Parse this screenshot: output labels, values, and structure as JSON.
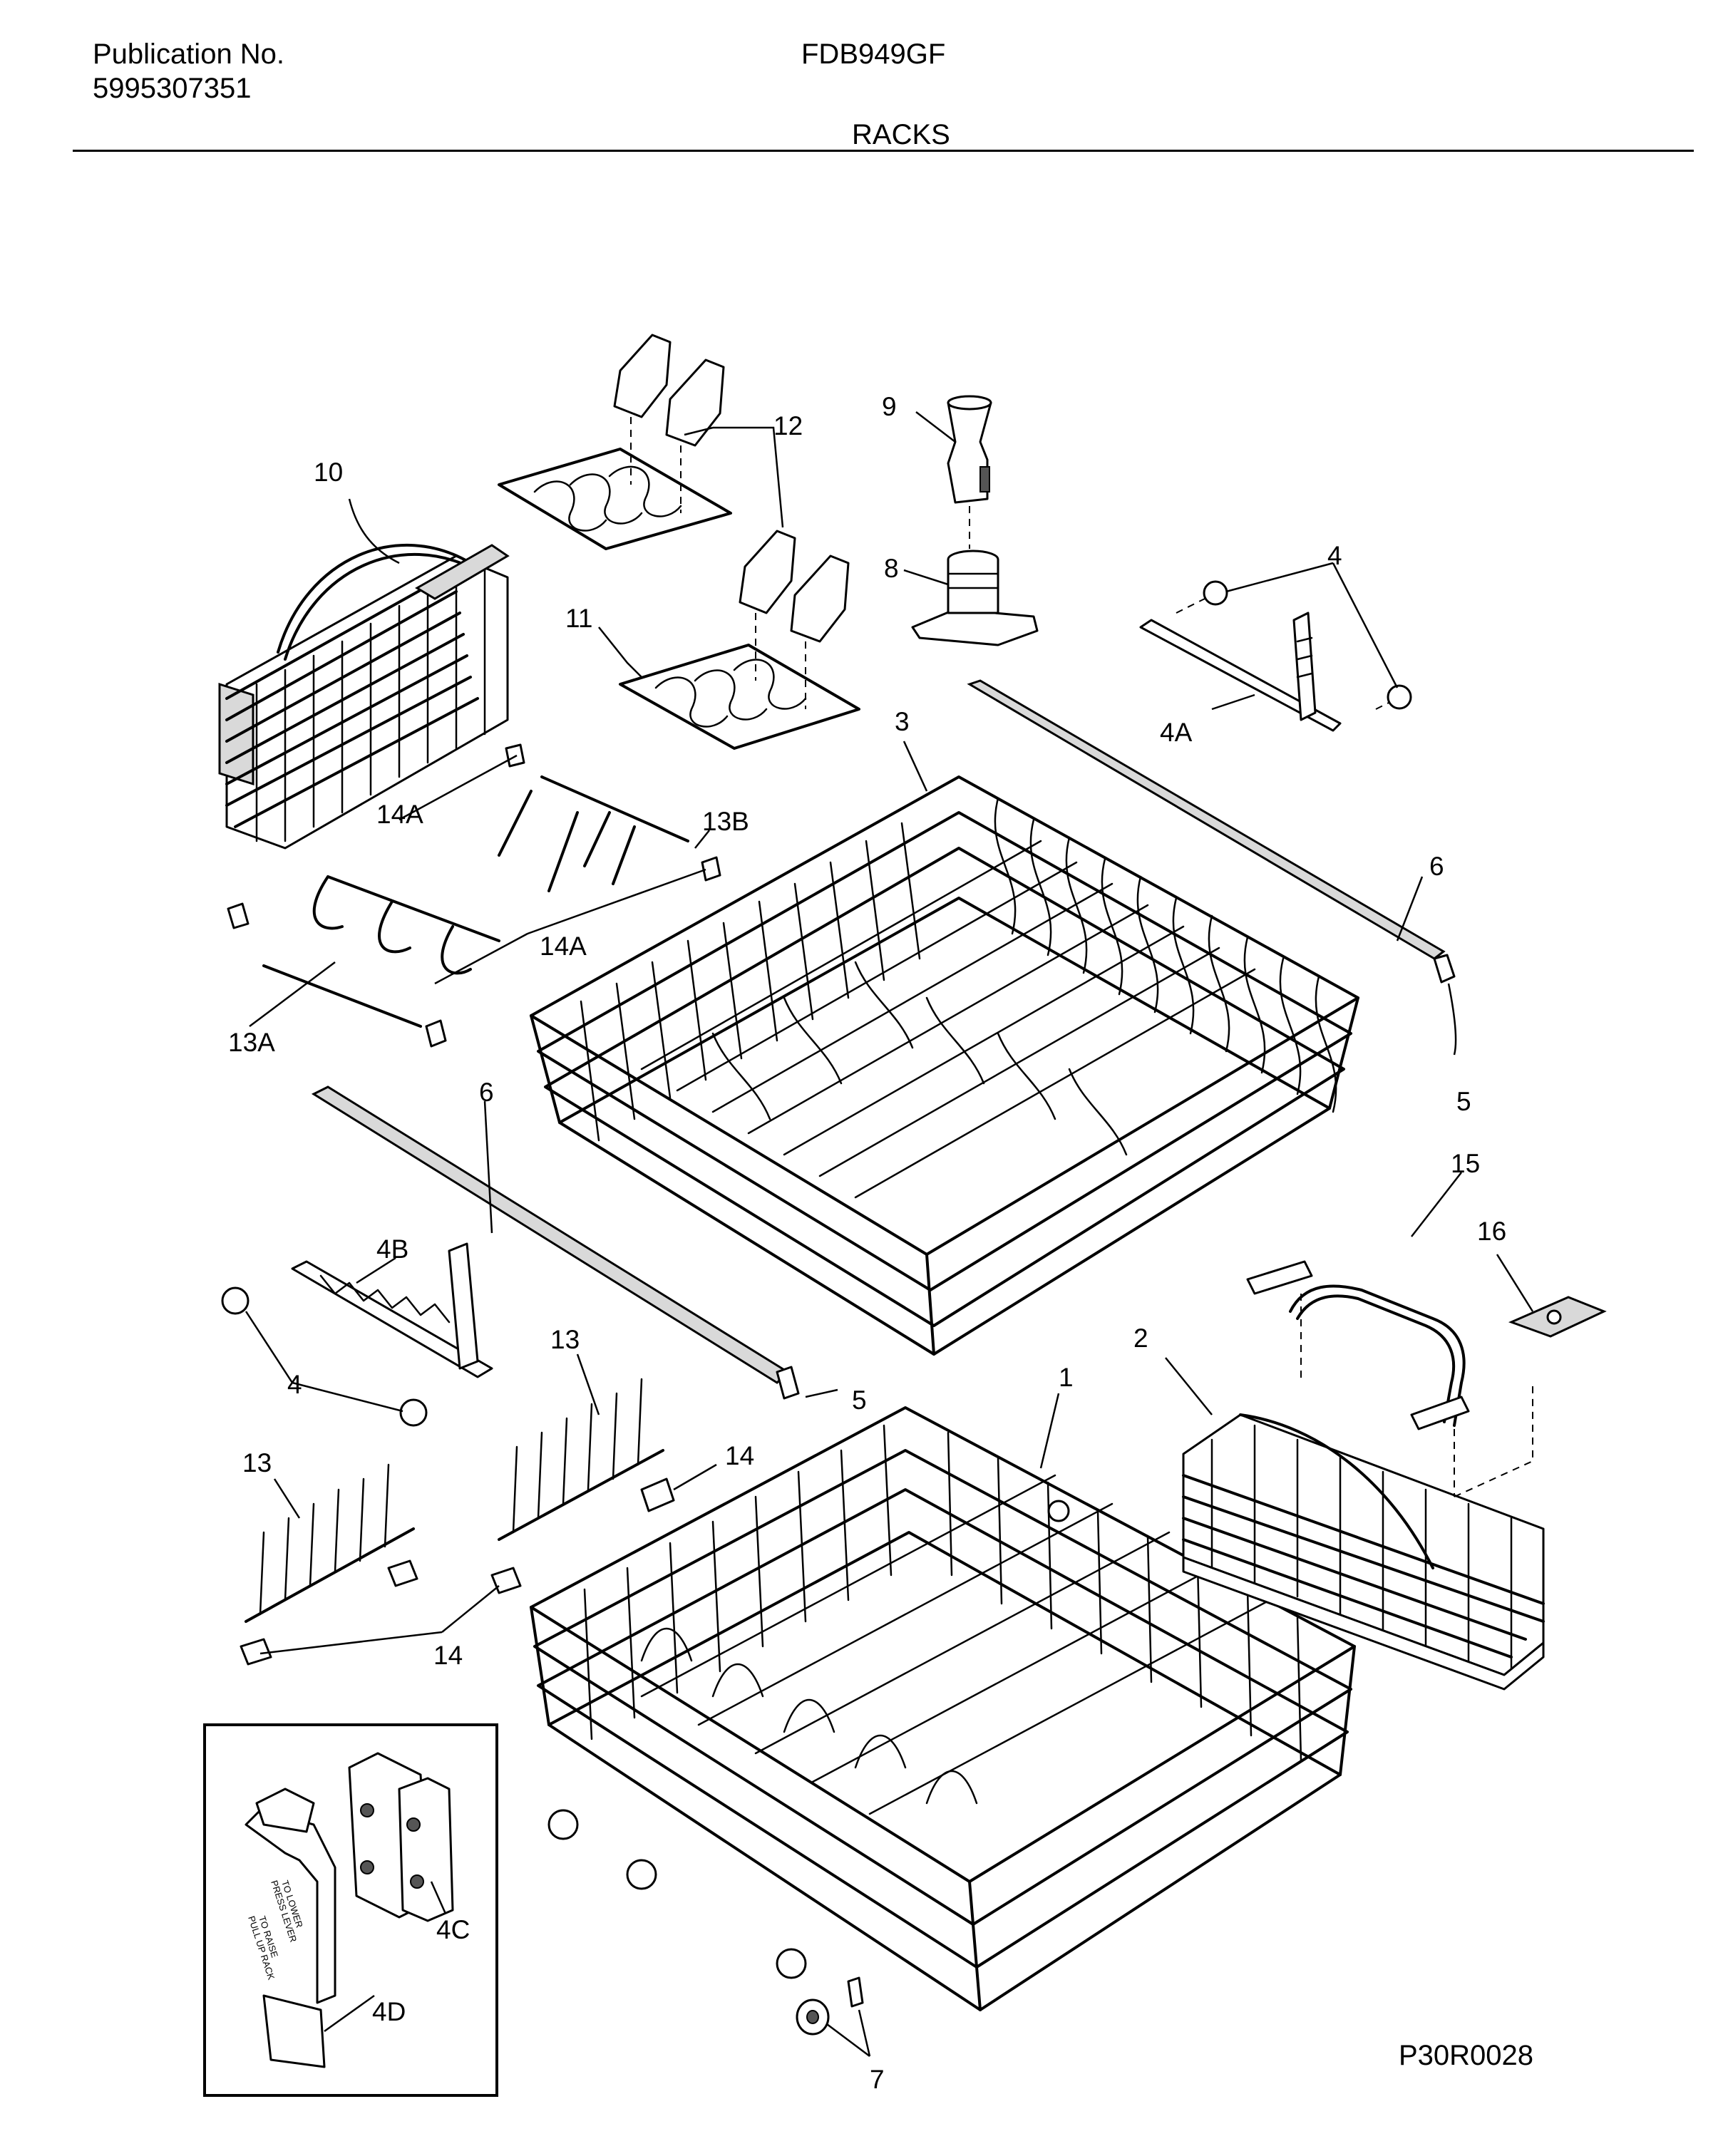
{
  "header": {
    "publication_label": "Publication No.",
    "publication_number": "5995307351",
    "model": "FDB949GF",
    "section_title": "RACKS"
  },
  "footer": {
    "drawing_code": "P30R0028"
  },
  "callouts": {
    "c1": "1",
    "c2": "2",
    "c3": "3",
    "c4_top": "4",
    "c4_left": "4",
    "c4a": "4A",
    "c4b": "4B",
    "c4c": "4C",
    "c4d": "4D",
    "c5_right": "5",
    "c5_mid": "5",
    "c6_right": "6",
    "c6_left": "6",
    "c7": "7",
    "c8": "8",
    "c9": "9",
    "c10": "10",
    "c11": "11",
    "c12": "12",
    "c13_mid": "13",
    "c13_left": "13",
    "c13a": "13A",
    "c13b": "13B",
    "c14_right": "14",
    "c14_bottom": "14",
    "c14a_top": "14A",
    "c14a_mid": "14A",
    "c15": "15",
    "c16": "16"
  },
  "inset_labels": {
    "lower_text_1": "TO LOWER",
    "lower_text_2": "PRESS LEVER",
    "raise_text_1": "TO RAISE",
    "raise_text_2": "PULL UP RACK"
  }
}
